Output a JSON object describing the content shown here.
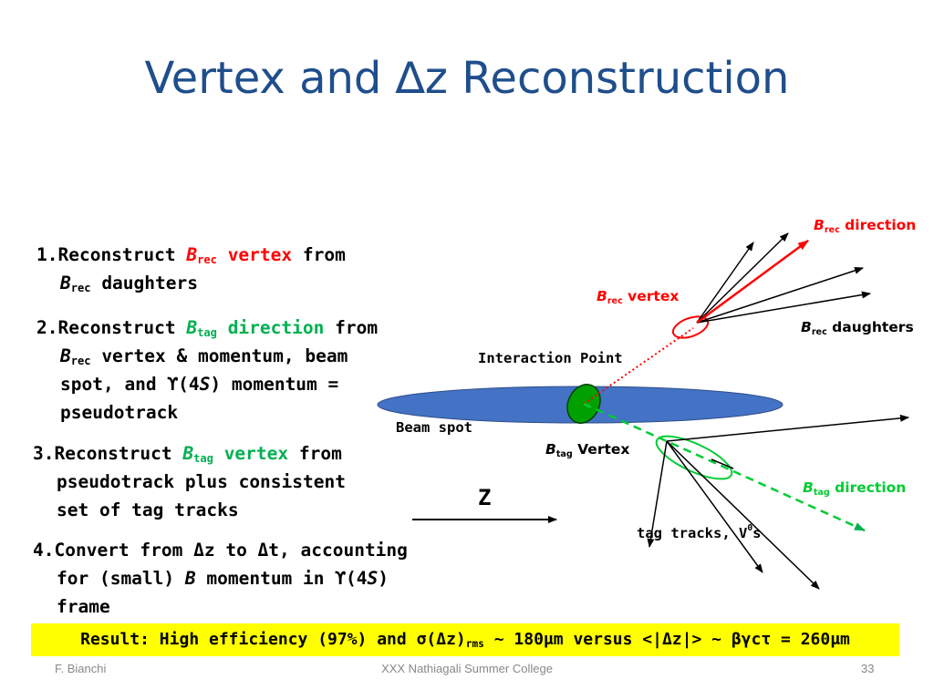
{
  "title": "Vertex and ∆z Reconstruction",
  "steps": [
    {
      "num": "1.",
      "text_a": "Reconstruct ",
      "brec_b": "B",
      "brec_sub": "rec",
      "vertex": " vertex",
      "from": " from",
      "line2_b": "B",
      "line2_sub": "rec",
      "line2_rest": " daughters"
    },
    {
      "num": "2.",
      "text_a": "Reconstruct ",
      "btag_b": "B",
      "btag_sub": "tag",
      "direction": " direction",
      "from": " from",
      "line2_b": "B",
      "line2_sub": "rec",
      "line2_rest": " vertex & momentum, beam",
      "line3_a": "spot, and ",
      "line3_ups": "ϒ",
      "line3_paren_open": "(4",
      "line3_s": "S",
      "line3_rest": ") momentum =",
      "line4": "pseudotrack"
    },
    {
      "num": "3.",
      "text_a": "Reconstruct ",
      "btag_b": "B",
      "btag_sub": "tag",
      "vertex": " vertex",
      "from": " from",
      "line2": "pseudotrack plus consistent",
      "line3": "set of tag tracks"
    },
    {
      "num": "4.",
      "text_a": "Convert from Δz to Δt, accounting",
      "line2_a": "for (small) ",
      "line2_b": "B",
      "line2_rest": " momentum in ",
      "line2_ups": "ϒ",
      "line2_paren": "(4",
      "line2_s": "S",
      "line2_close": ")",
      "line3": "frame"
    }
  ],
  "diagram": {
    "brec_direction_b": "B",
    "brec_direction_sub": "rec",
    "brec_direction_rest": " direction",
    "brec_vertex_b": "B",
    "brec_vertex_sub": "rec",
    "brec_vertex_rest": " vertex",
    "brec_daughters_b": "B",
    "brec_daughters_sub": "rec",
    "brec_daughters_rest": " daughters",
    "interaction_point": "Interaction Point",
    "beam_spot": "Beam spot",
    "btag_vertex_b": "B",
    "btag_vertex_sub": "tag",
    "btag_vertex_rest": " Vertex",
    "btag_direction_b": "B",
    "btag_direction_sub": "tag",
    "btag_direction_rest": " direction",
    "tag_tracks": "tag tracks, V",
    "tag_tracks_sup": "0",
    "tag_tracks_end": "s",
    "z_label": "Z"
  },
  "result": {
    "text_a": "Result: High efficiency (97%) and σ(Δz)",
    "sub": "rms",
    "text_b": " ~ 180μm versus <|Δz|> ~ βγcτ = 260μm"
  },
  "footer": {
    "author": "F. Bianchi",
    "event": "XXX Nathiagali Summer College",
    "page": "33"
  },
  "colors": {
    "title": "#1f4e8c",
    "red": "#ff0000",
    "green": "#00b050",
    "beam": "#4472c4",
    "ip": "#00a000",
    "highlight": "#ffff00"
  }
}
